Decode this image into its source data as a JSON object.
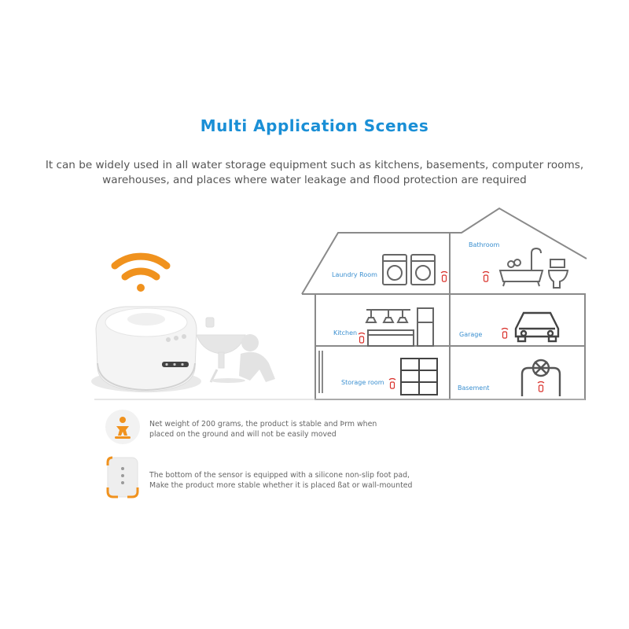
{
  "title": "Multi Application Scenes",
  "subtitle": {
    "line1": "It can be widely used in all water storage equipment such as kitchens, basements, computer rooms,",
    "line2": "warehouses, and places where water leakage and flood protection are required"
  },
  "rooms": {
    "laundry": "Laundry Room",
    "bathroom": "Bathroom",
    "kitchen": "Kitchen",
    "garage": "Garage",
    "storage": "Storage room",
    "basement": "Basement"
  },
  "features": [
    {
      "icon": "person-weight-icon",
      "line1": "Net weight of 200 grams, the product is stable and Þrm when",
      "line2": "placed on the ground and will not be easily moved"
    },
    {
      "icon": "foot-pad-icon",
      "line1": "The bottom of the sensor is equipped with a silicone non-slip foot pad,",
      "line2": "Make the product more stable whether it is placed ßat or wall-mounted"
    }
  ],
  "colors": {
    "title": "#1a8fd6",
    "accent": "#f0921e",
    "house_line": "#888888",
    "sensor_red": "#d9312b",
    "label": "#3a8fd0"
  }
}
